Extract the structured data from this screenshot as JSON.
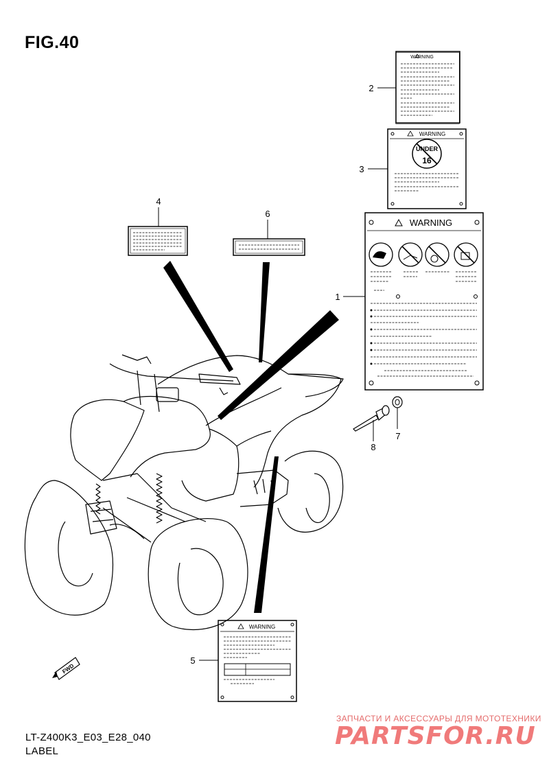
{
  "figure": {
    "title": "FIG.40"
  },
  "labels": {
    "warning_text": "WARNING",
    "under_age_top": "UNDER",
    "under_age_num": "16"
  },
  "callouts": [
    {
      "id": "1",
      "part": "warning-label-main"
    },
    {
      "id": "2",
      "part": "warning-label-small"
    },
    {
      "id": "3",
      "part": "warning-label-age"
    },
    {
      "id": "4",
      "part": "label-fender"
    },
    {
      "id": "6",
      "part": "label-tank"
    },
    {
      "id": "5",
      "part": "warning-label-rear"
    },
    {
      "id": "7",
      "part": "washer"
    },
    {
      "id": "8",
      "part": "rivet"
    }
  ],
  "fwd_badge": "FWD",
  "footer": {
    "model_code": "LT-Z400K3_E03_E28_040",
    "section_name": "LABEL"
  },
  "watermark": {
    "tagline": "ЗАПЧАСТИ И АКСЕССУАРЫ ДЛЯ МОТОТЕХНИКИ",
    "logo": "PARTSFOR.RU",
    "color": "#f07a7a"
  }
}
